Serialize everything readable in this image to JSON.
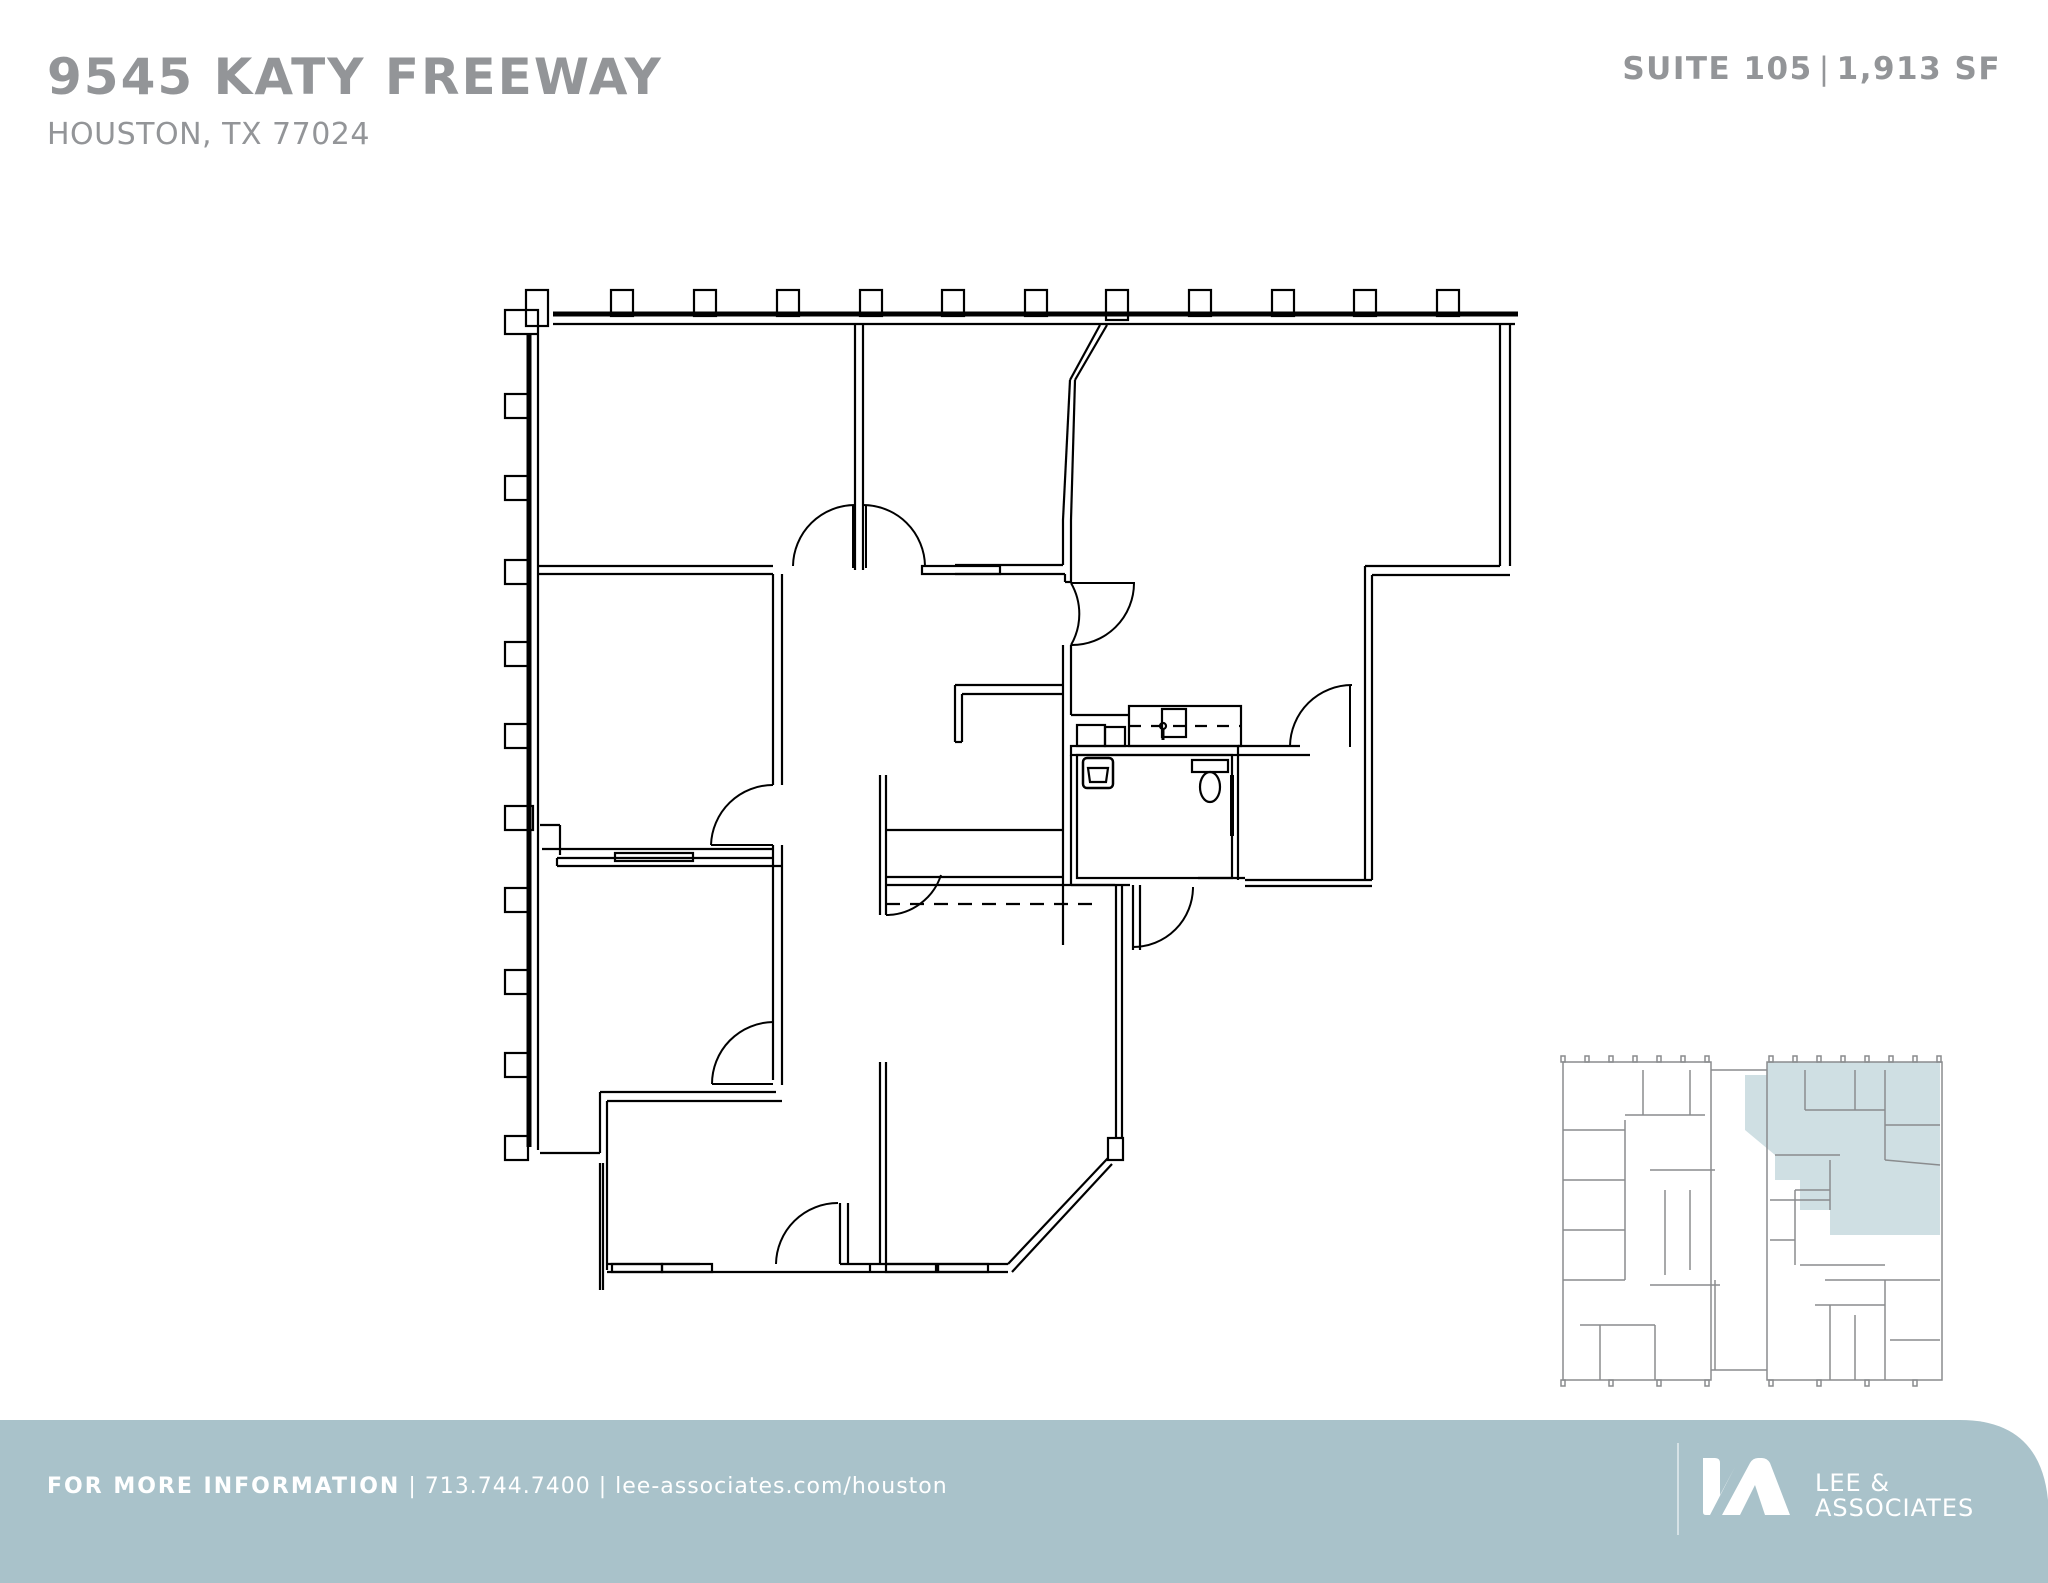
{
  "header": {
    "title": "9545 KATY FREEWAY",
    "subtitle": "HOUSTON, TX 77024",
    "suite": "SUITE 105",
    "suite_separator": "|",
    "area": "1,913 SF"
  },
  "floor_plan": {
    "description": "Suite 105 floor plan",
    "line_color": "#000000",
    "icons": [
      "door-swing-icon",
      "sink-icon",
      "toilet-icon",
      "kitchenette-sink-icon"
    ]
  },
  "key_plan": {
    "description": "Building floor key plan with Suite 105 highlighted",
    "highlight_color": "#cfdfe3",
    "line_color": "#8a8c8e"
  },
  "footer": {
    "label": "FOR MORE INFORMATION",
    "separator": "|",
    "phone": "713.744.7400",
    "website": "lee-associates.com/houston",
    "background_color": "#a9c2ca",
    "logo": {
      "line1": "LEE &",
      "line2": "ASSOCIATES"
    }
  }
}
